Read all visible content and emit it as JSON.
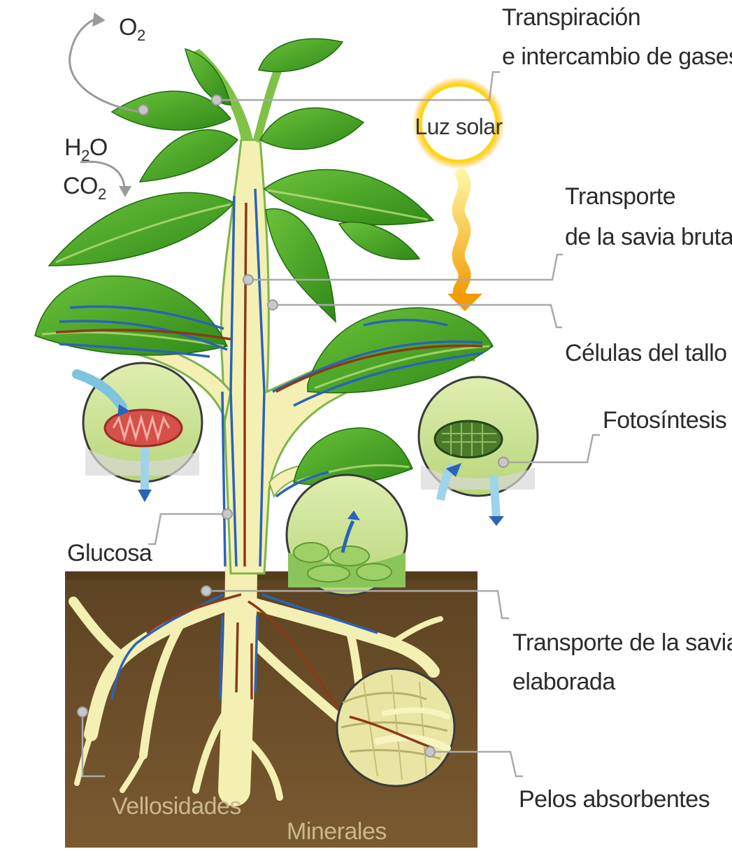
{
  "labels": {
    "o2": "O",
    "o2_sub": "2",
    "h2o_pre": "H",
    "h2o_sub": "2",
    "h2o_post": "O",
    "co2": "CO",
    "co2_sub": "2",
    "transpiracion_1": "Transpiración",
    "transpiracion_2": "e intercambio de gases",
    "luz_solar": "Luz solar",
    "savia_bruta_1": "Transporte",
    "savia_bruta_2": "de la savia bruta",
    "celulas_tallo": "Células del tallo",
    "fotosintesis": "Fotosíntesis",
    "glucosa": "Glucosa",
    "savia_elaborada_1": "Transporte de la savia",
    "savia_elaborada_2": "elaborada",
    "pelos_absorbentes": "Pelos absorbentes",
    "vellosidades": "Vellosidades",
    "minerales": "Minerales"
  },
  "colors": {
    "leaf": "#3f9a22",
    "leaf_dark": "#1f6a10",
    "stem": "#f4f0b3",
    "xylem": "#2b63b8",
    "phloem": "#8a3a18",
    "soil": "#6b4f2a",
    "sun_glow": "#f7b500",
    "leader": "#a9a9a9"
  }
}
